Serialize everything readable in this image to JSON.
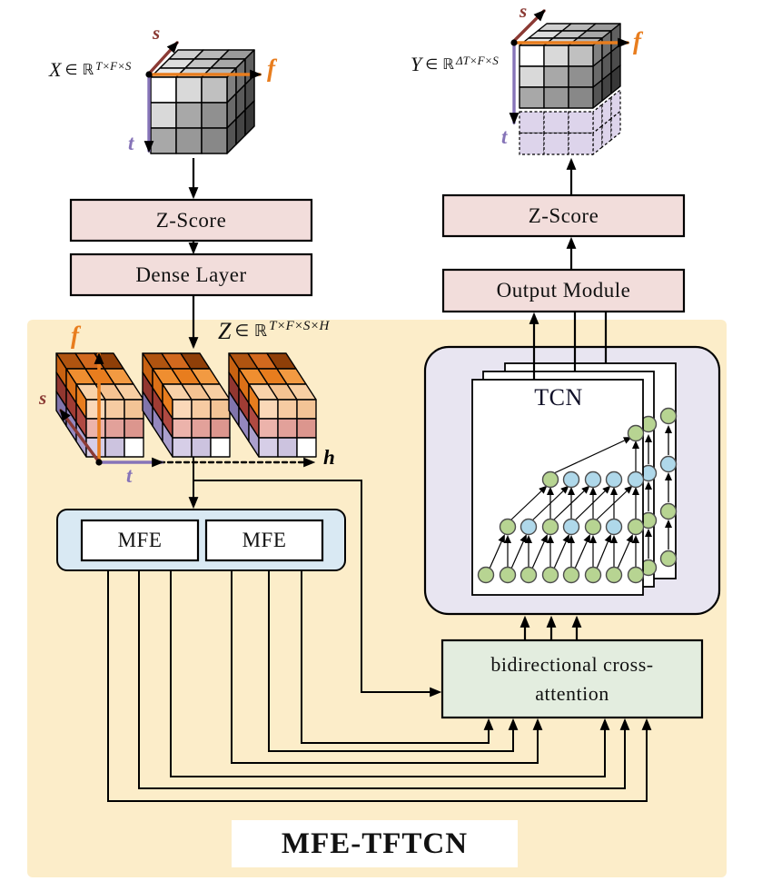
{
  "diagram": {
    "title": "MFE-TFTCN",
    "tensors": {
      "input": {
        "symbol": "X",
        "relation": "∈ ℝ",
        "dims": "T×F×S"
      },
      "output": {
        "symbol": "Y",
        "relation": "∈ ℝ",
        "dims": "ΔT×F×S"
      },
      "hidden": {
        "symbol": "Z",
        "relation": "∈ ℝ",
        "dims": "T×F×S×H"
      }
    },
    "axis_labels": {
      "s": "s",
      "f": "f",
      "t": "t",
      "h": "h"
    },
    "blocks": {
      "zscore_input": "Z-Score",
      "dense_layer": "Dense Layer",
      "mfe_left": "MFE",
      "mfe_right": "MFE",
      "tcn": "TCN",
      "cross_attention_line1": "bidirectional cross-",
      "cross_attention_line2": "attention",
      "output_module": "Output Module",
      "zscore_output": "Z-Score"
    },
    "colors": {
      "region_background": "#FCEDC9",
      "process_box": "#F2DDDB",
      "mfe_container": "#D9E9F3",
      "mfe_box": "#FFFFFF",
      "tcn_container": "#E8E5F1",
      "attention_box": "#E3EDDF",
      "node_green": "#B7D492",
      "node_blue": "#AFD8EA",
      "axis_s": "#8B3A34",
      "axis_f": "#E87D1E",
      "axis_t": "#8674B8",
      "axis_h": "#000000"
    }
  }
}
